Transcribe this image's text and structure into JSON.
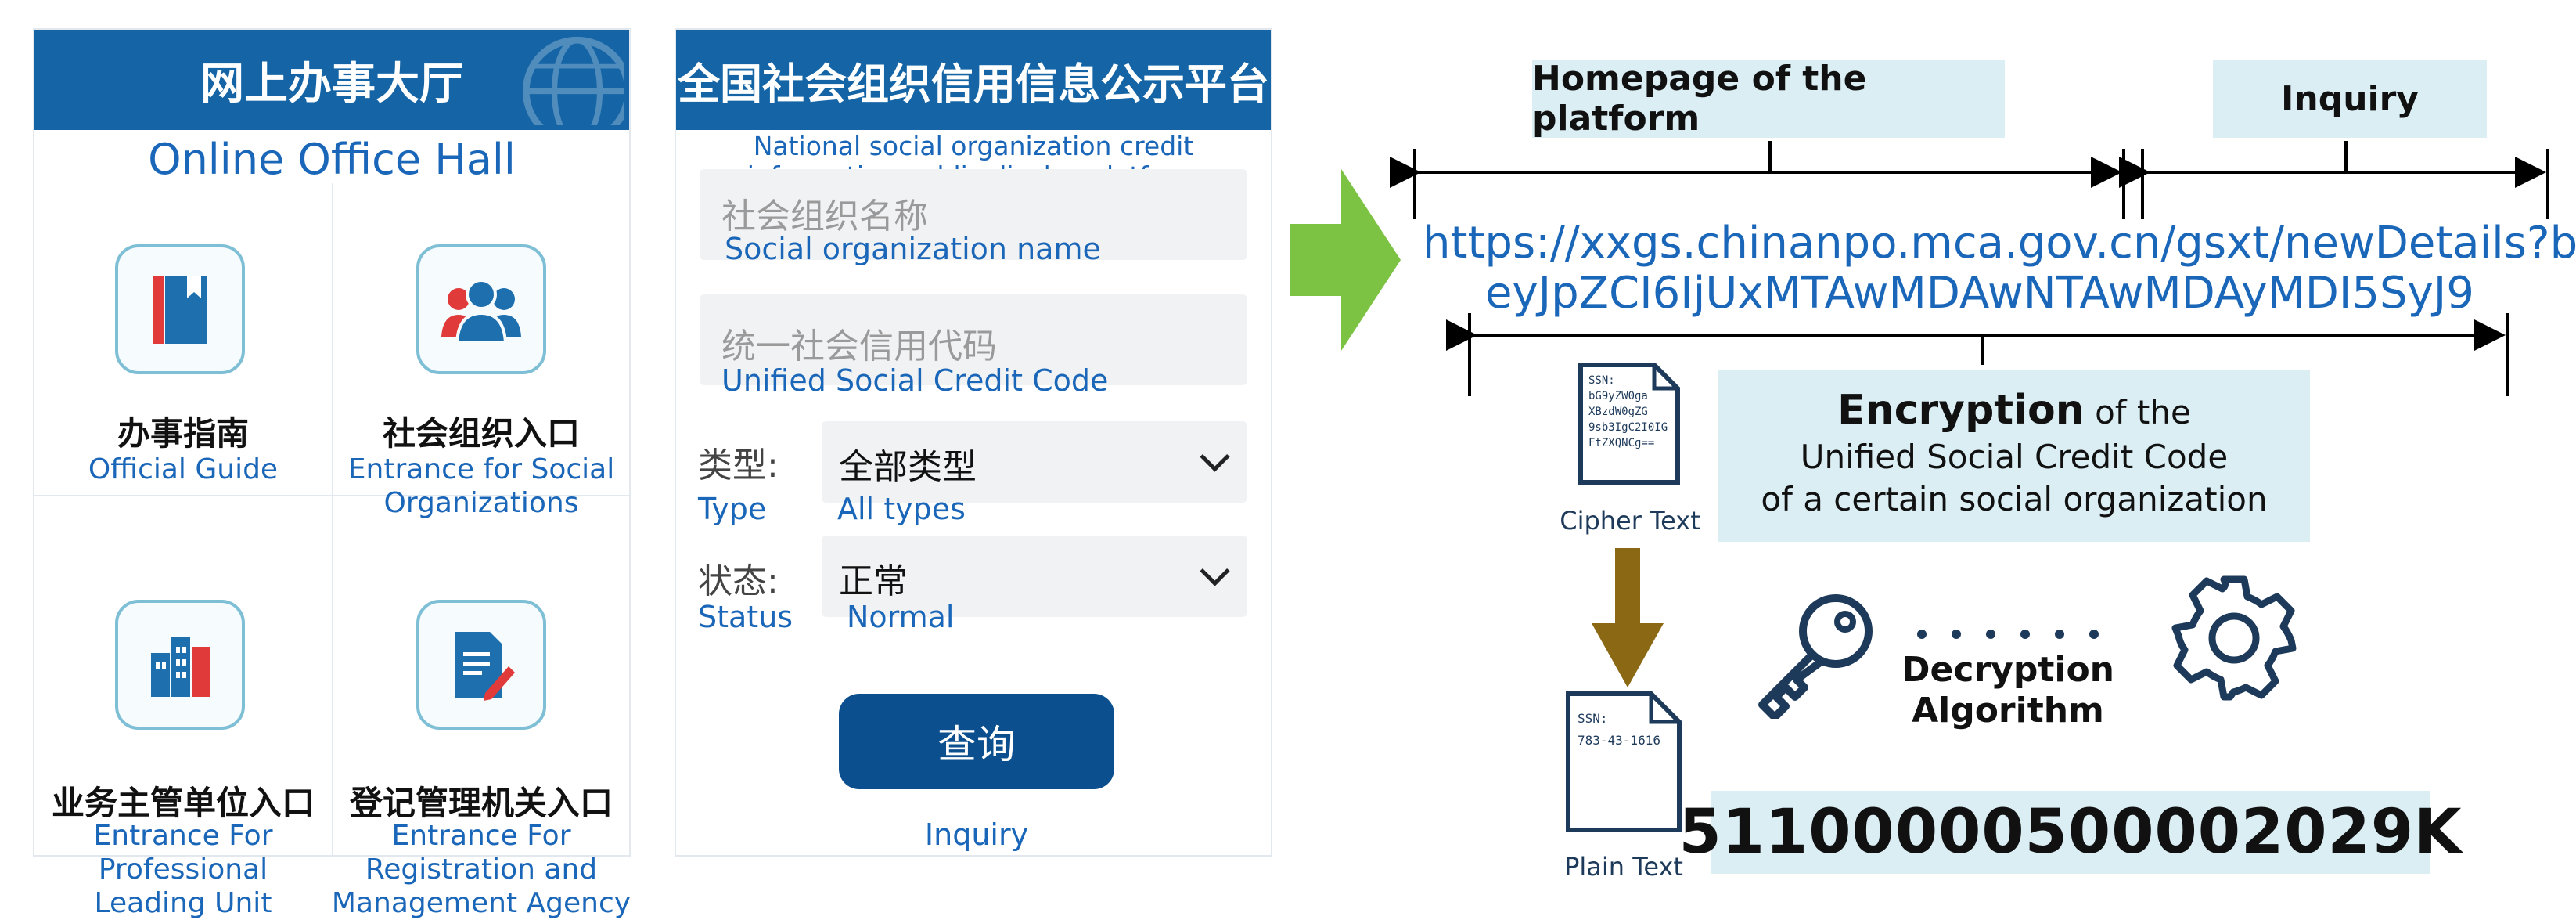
{
  "colors": {
    "brand_blue": "#1565a6",
    "link_blue": "#1a66b8",
    "button_blue": "#0b4f8e",
    "light_box": "#daeef4",
    "green_arrow": "#7cc243",
    "brown_arrow": "#8b6914"
  },
  "left_panel": {
    "header_cn": "网上办事大厅",
    "title_en": "Online Office Hall",
    "tiles": [
      {
        "icon": "guide-book-icon",
        "cn": "办事指南",
        "en": "Official Guide"
      },
      {
        "icon": "people-group-icon",
        "cn": "社会组织入口",
        "en": "Entrance for Social Organizations"
      },
      {
        "icon": "building-icon",
        "cn": "业务主管单位入口",
        "en": "Entrance For Professional Leading Unit"
      },
      {
        "icon": "document-edit-icon",
        "cn": "登记管理机关入口",
        "en": "Entrance For Registration and Management Agency"
      }
    ]
  },
  "middle_panel": {
    "header_cn": "全国社会组织信用信息公示平台",
    "header_en": "National social organization credit information public display platform",
    "name_field": {
      "placeholder_cn": "社会组织名称",
      "label_en": "Social organization name"
    },
    "code_field": {
      "placeholder_cn": "统一社会信用代码",
      "label_en": "Unified Social Credit Code"
    },
    "type_field": {
      "label_cn": "类型:",
      "label_en": "Type",
      "value_cn": "全部类型",
      "value_en": "All types"
    },
    "status_field": {
      "label_cn": "状态:",
      "label_en": "Status",
      "value_cn": "正常",
      "value_en": "Normal"
    },
    "query_button": {
      "label_cn": "查询",
      "label_en": "Inquiry"
    }
  },
  "diagram": {
    "homepage_label": "Homepage of the platform",
    "inquiry_label": "Inquiry",
    "url_line1": "https://xxgs.chinanpo.mca.gov.cn/gsxt/newDetails?b=",
    "url_line2": "eyJpZCI6IjUxMTAwMDAwNTAwMDAyMDI5SyJ9",
    "cipher_doc_text": "SSN:\nbG9yZW0ga\nXBzdW0gZG\n9sb3IgC2I0IG\nFtZXQNCg==",
    "cipher_label": "Cipher Text",
    "encryption_bold": "Encryption",
    "encryption_rest": " of the",
    "encryption_line2": "Unified Social Credit Code",
    "encryption_line3": "of a certain social organization",
    "plain_doc_text": "SSN:\n783-43-1616",
    "plain_label": "Plain Text",
    "decryption_line1": "Decryption",
    "decryption_line2": "Algorithm",
    "decoded_code": "51100000500002029K"
  }
}
